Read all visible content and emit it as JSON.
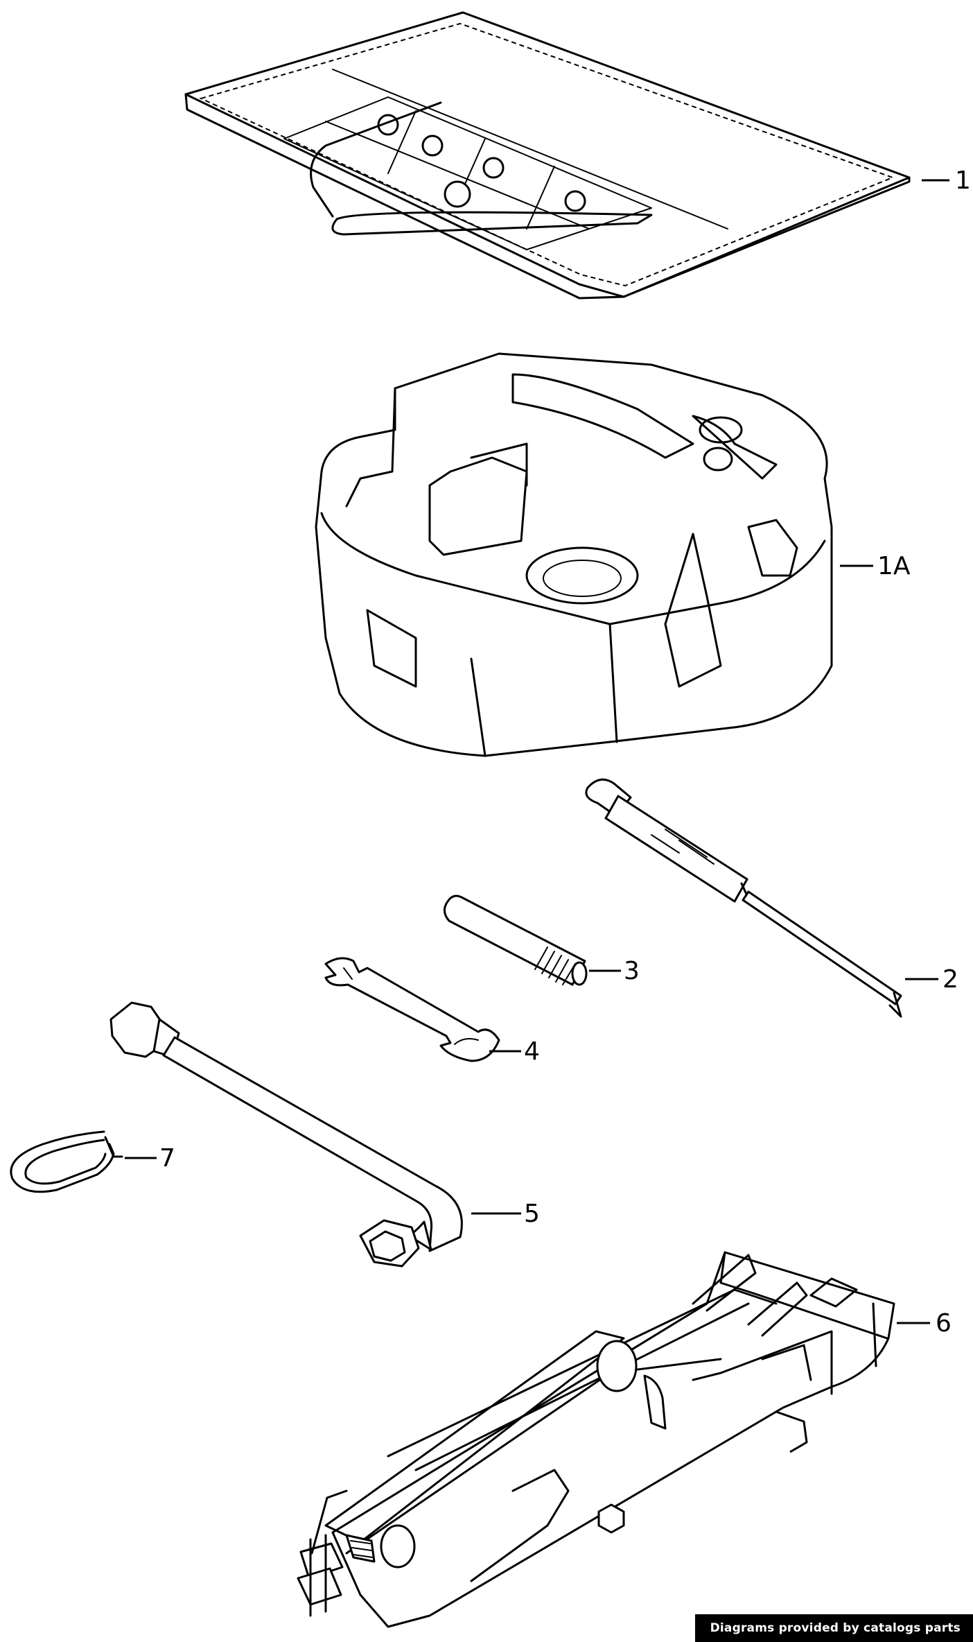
{
  "callouts": {
    "c1": "1",
    "c1a": "1A",
    "c2": "2",
    "c3": "3",
    "c4": "4",
    "c5": "5",
    "c6": "6",
    "c7": "7"
  },
  "footer": {
    "text": "Diagrams provided by catalogs parts"
  },
  "colors": {
    "line": "#000000",
    "background": "#ffffff",
    "footer_bg": "#000000",
    "footer_text": "#ffffff"
  }
}
